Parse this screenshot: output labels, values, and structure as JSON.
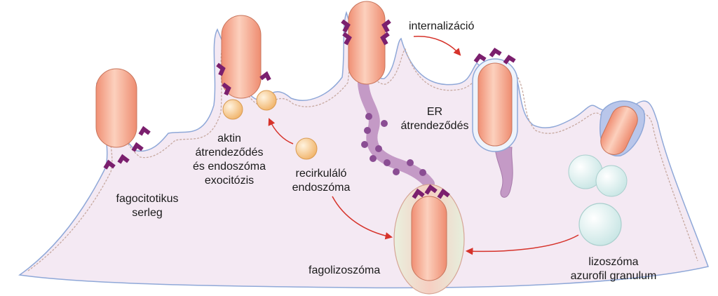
{
  "labels": {
    "internalizacio": "internalizáció",
    "er_line1": "ER",
    "er_line2": "átrendeződés",
    "aktin_line1": "aktin",
    "aktin_line2": "átrendeződés",
    "aktin_line3": "és endoszóma",
    "aktin_line4": "exocitózis",
    "recirkulalo_line1": "recirkuláló",
    "recirkulalo_line2": "endoszóma",
    "fagocitotikus_line1": "fagocitotikus",
    "fagocitotikus_line2": "serleg",
    "fagolizoszoma": "fagolizoszóma",
    "lizoszoma_line1": "lizoszóma",
    "lizoszoma_line2": "azurofil granulum"
  },
  "colors": {
    "cytoplasm": "#f4e9f3",
    "membrane": "#8fa8d8",
    "bacterium_fill": "#f7b9a3",
    "bacterium_edge": "#c8755c",
    "receptor": "#7b1f6e",
    "er_tube": "#c49ac6",
    "er_bead": "#8a4d93",
    "endosome": "#f7c98f",
    "arrow": "#d6332b",
    "phagolysosome": "#f3d2c2",
    "lysosome": "#dcefee",
    "actin": "#c7a9a0"
  }
}
